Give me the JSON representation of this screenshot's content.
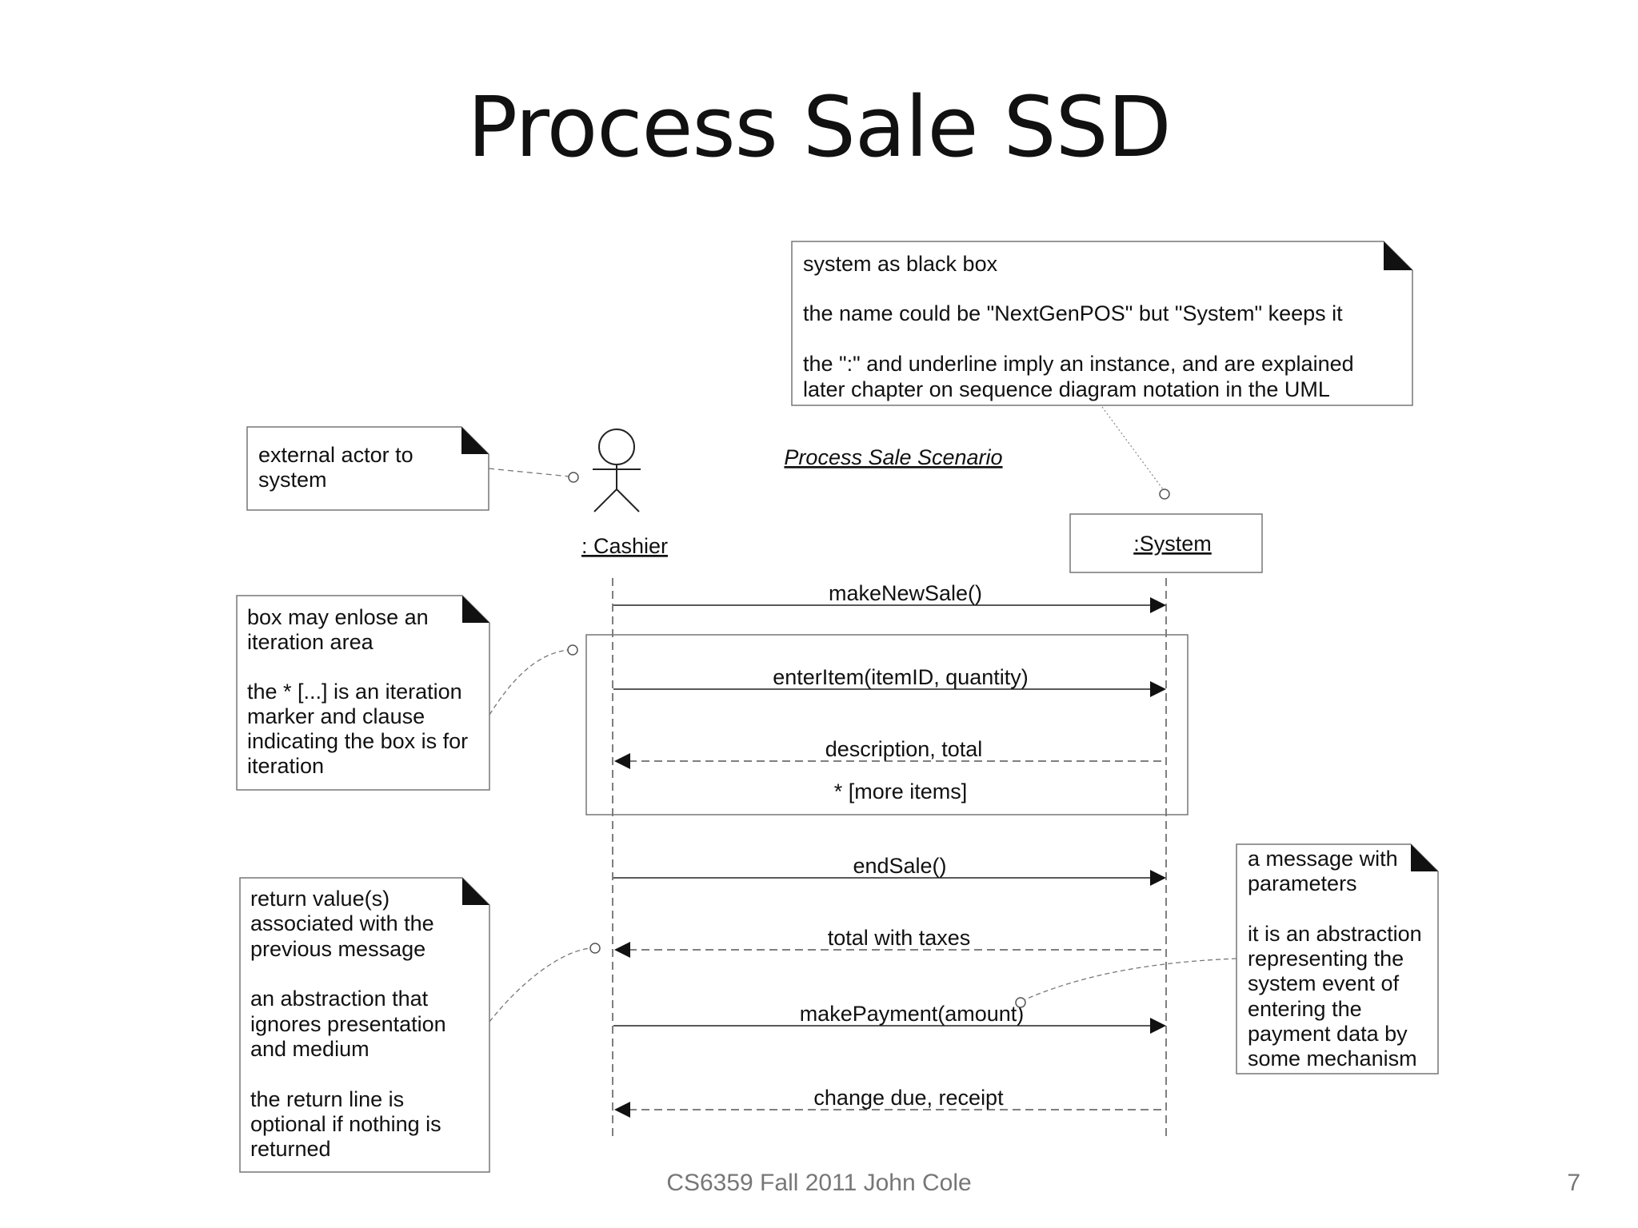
{
  "slide": {
    "title": "Process Sale SSD",
    "footer": "CS6359 Fall 2011 John Cole",
    "page_number": "7"
  },
  "diagram": {
    "scenario_title": "Process Sale Scenario",
    "actor_label": ": Cashier",
    "system_label": ":System",
    "messages": [
      {
        "label": "makeNewSale()",
        "kind": "call"
      },
      {
        "label": "enterItem(itemID, quantity)",
        "kind": "call"
      },
      {
        "label": "description, total",
        "kind": "return"
      },
      {
        "label": "endSale()",
        "kind": "call"
      },
      {
        "label": "total with taxes",
        "kind": "return"
      },
      {
        "label": "makePayment(amount)",
        "kind": "call"
      },
      {
        "label": "change due, receipt",
        "kind": "return"
      }
    ],
    "loop_label": "* [more items]",
    "notes": {
      "system_box": [
        "system as black box",
        "",
        "the name could be \"NextGenPOS\" but \"System\" keeps it",
        "",
        "the \":\" and underline imply an instance, and are explained",
        "later chapter on sequence diagram notation in the UML"
      ],
      "external_actor": [
        "external actor to",
        "system"
      ],
      "iteration": [
        "box may enlose an",
        "iteration area",
        "",
        "the * [...] is an iteration",
        "marker and clause",
        "indicating the box is for",
        "iteration"
      ],
      "return_value": [
        "return value(s)",
        "associated with the",
        "previous message",
        "",
        "an abstraction that",
        "ignores presentation",
        "and medium",
        "",
        "the return line is",
        "optional if nothing is",
        "returned"
      ],
      "message_params": [
        "a message with",
        "parameters",
        "",
        "it is an abstraction",
        "representing the",
        "system event of",
        "entering the",
        "payment data by",
        "some mechanism"
      ]
    }
  }
}
